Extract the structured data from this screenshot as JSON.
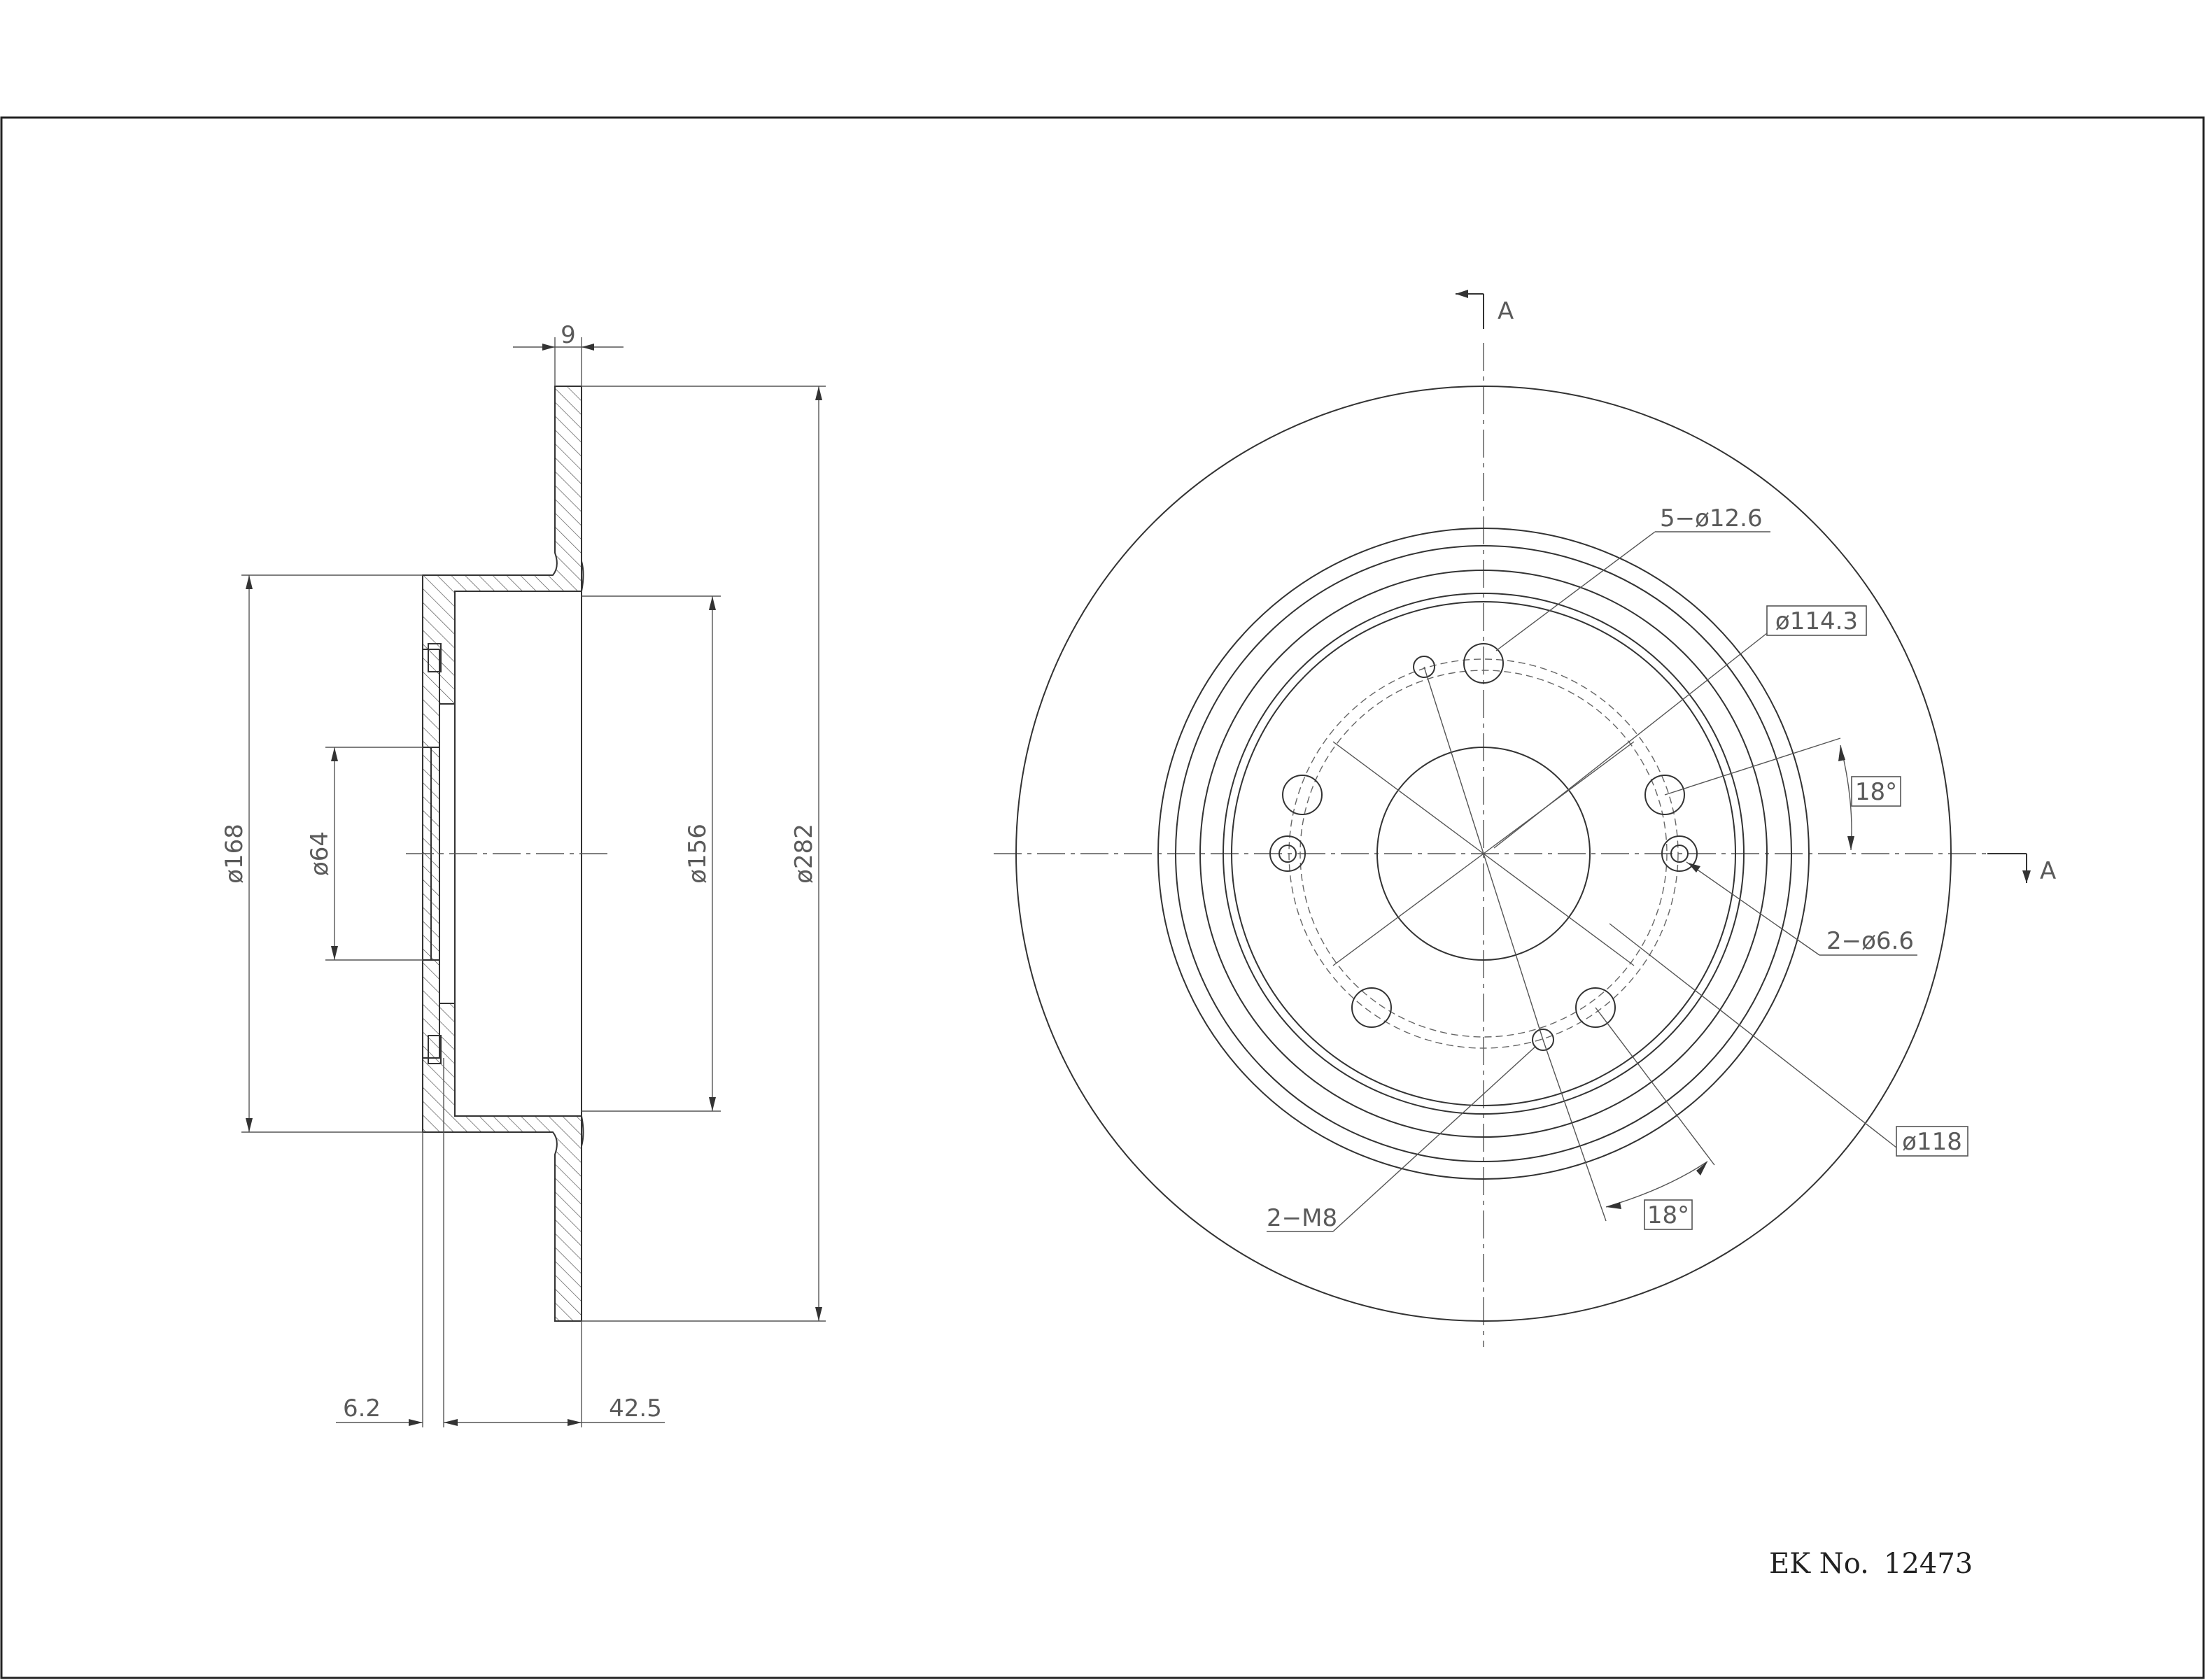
{
  "part": {
    "ek_label": "EK No.",
    "ek_number": "12473"
  },
  "section_markers": {
    "top": "A",
    "right": "A"
  },
  "side_view": {
    "dim_thickness": "9",
    "dim_outer_diameter": "ø282",
    "dim_hat_diameter": "ø168",
    "dim_center_bore": "ø64",
    "dim_inner_diameter": "ø156",
    "dim_hat_thickness": "6.2",
    "dim_offset": "42.5"
  },
  "front_view": {
    "dim_bolt_holes": "5−ø12.6",
    "dim_pcd": "ø114.3",
    "dim_angle_top": "18°",
    "dim_small_holes": "2−ø6.6",
    "dim_inner_ring": "ø118",
    "dim_threaded": "2−M8",
    "dim_angle_bottom": "18°"
  }
}
